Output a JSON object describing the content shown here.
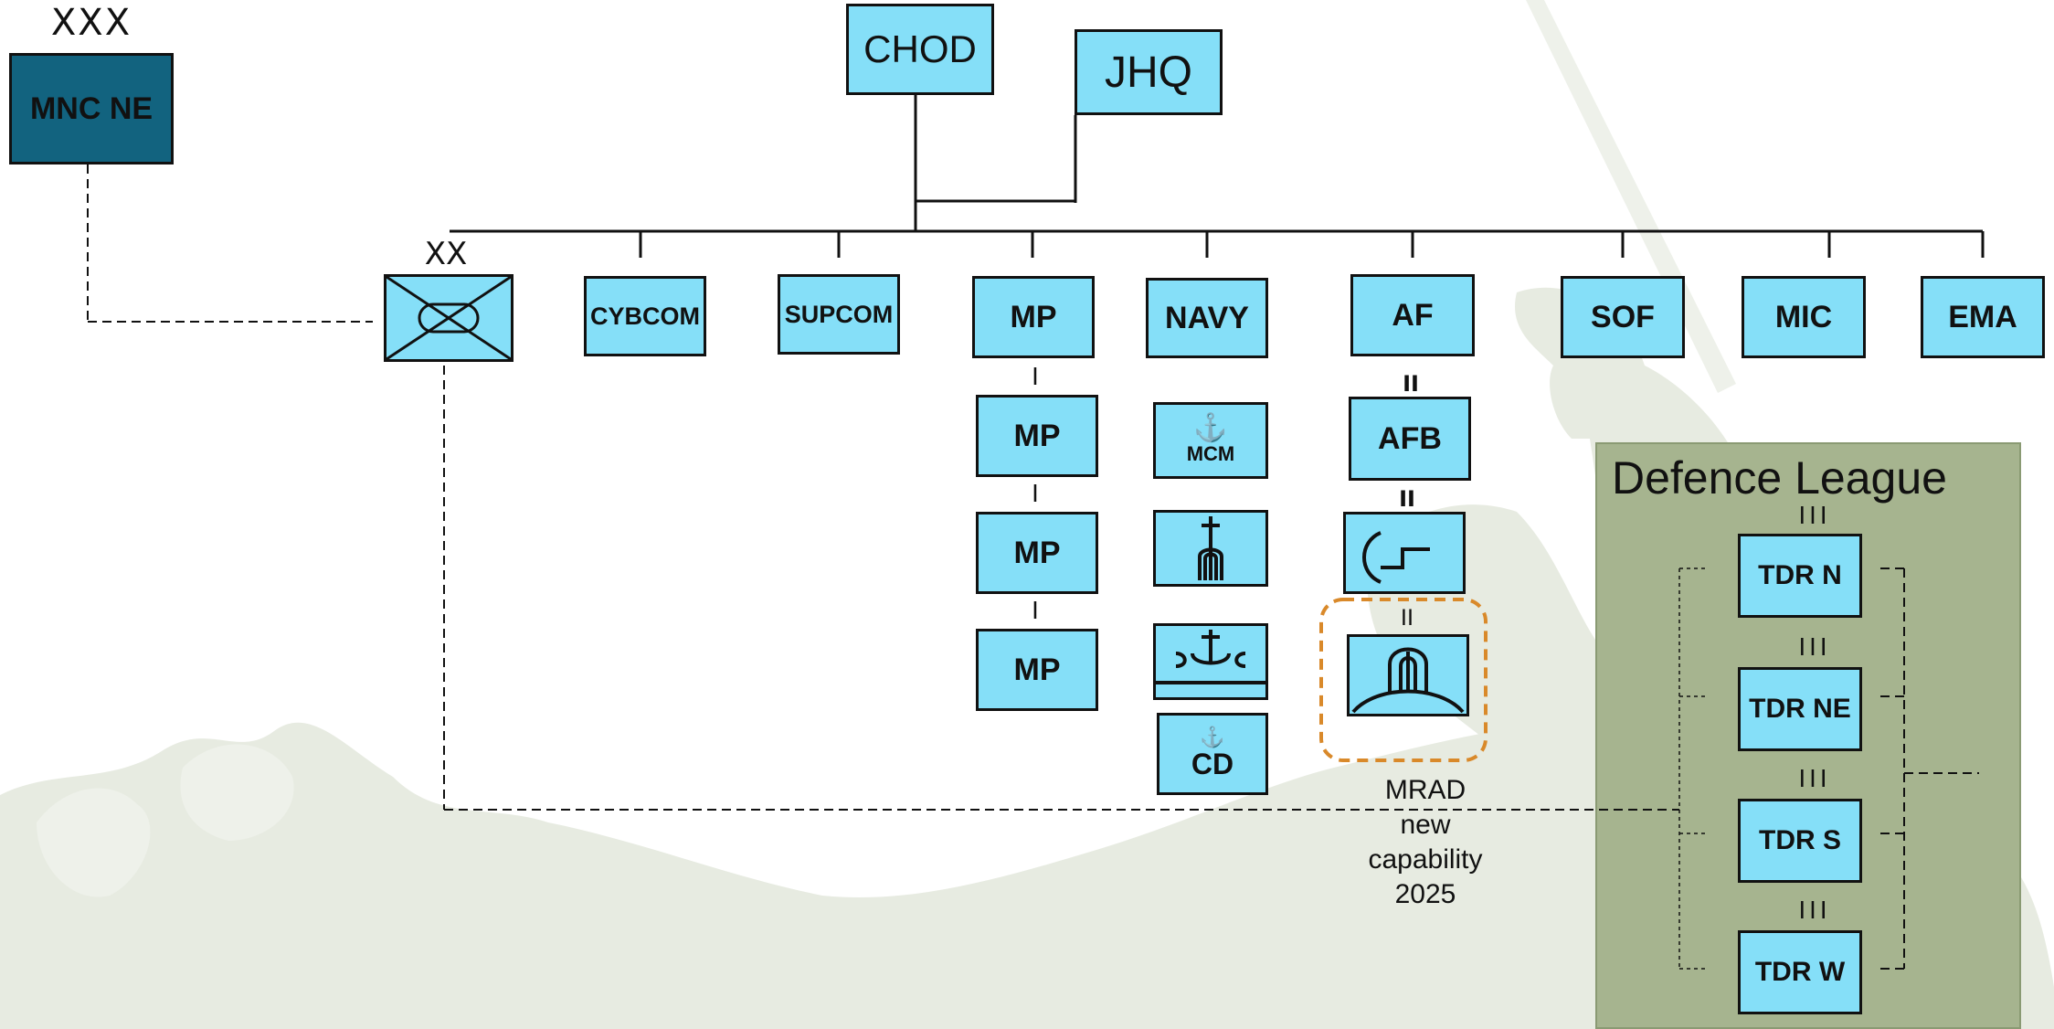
{
  "top": {
    "mnc": "MNC NE",
    "mnc_echelon": "XXX",
    "chod": "CHOD",
    "jhq": "JHQ",
    "division_echelon": "XX"
  },
  "commands": [
    {
      "id": "cybcom",
      "label": "CYBCOM"
    },
    {
      "id": "supcom",
      "label": "SUPCOM"
    },
    {
      "id": "mp",
      "label": "MP"
    },
    {
      "id": "navy",
      "label": "NAVY"
    },
    {
      "id": "af",
      "label": "AF"
    },
    {
      "id": "sof",
      "label": "SOF"
    },
    {
      "id": "mic",
      "label": "MIC"
    },
    {
      "id": "ema",
      "label": "EMA"
    }
  ],
  "mp_units": [
    "MP",
    "MP",
    "MP"
  ],
  "mp_echelon": "I",
  "navy_units": {
    "mcm": "MCM",
    "cd": "CD"
  },
  "af_units": {
    "afb": "AFB"
  },
  "af_echelon": "II",
  "mrad_note": "MRAD\nnew\ncapability\n2025",
  "mrad_highlight_color": "#d9892a",
  "defence_league": {
    "title": "Defence League",
    "echelon": "III",
    "units": [
      "TDR N",
      "TDR NE",
      "TDR S",
      "TDR W"
    ]
  },
  "colors": {
    "unit_fill": "#85dff8",
    "mnc_fill": "#12637f",
    "defence_league_panel": "#a6b48f",
    "background_silhouette": "#e7ebe1"
  }
}
